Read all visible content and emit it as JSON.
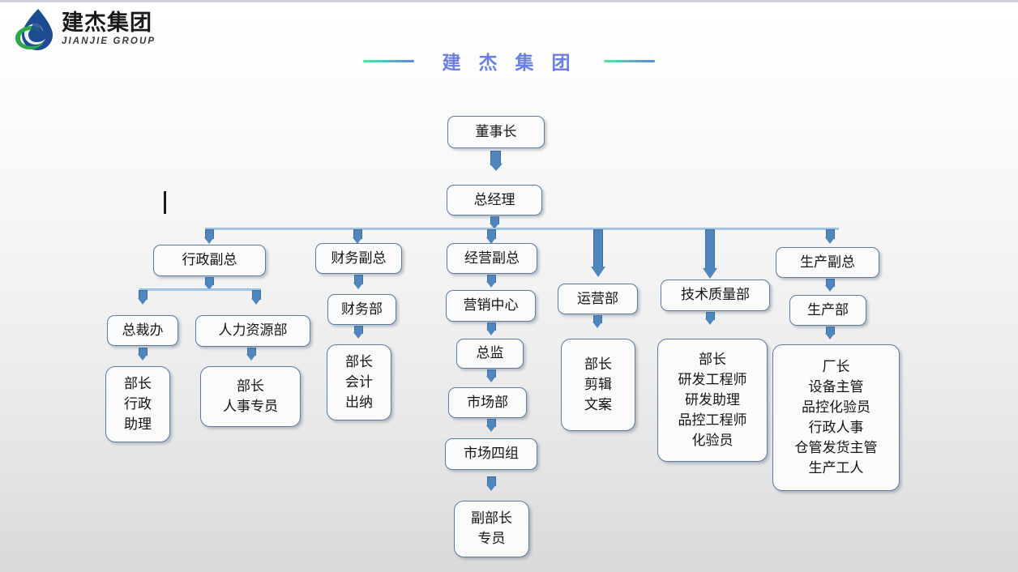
{
  "brand": {
    "logo_icon": "water-drop-logo-icon",
    "name_cn": "建杰集团",
    "name_en": "JIANJIE GROUP",
    "colors": {
      "drop_blue": "#1c4b8f",
      "drop_green": "#2ba84a"
    }
  },
  "title": {
    "text": "建 杰 集 团",
    "color": "#6b7fe0",
    "rule_gradient_from": "#5ce09a",
    "rule_gradient_to": "#5b8ae8"
  },
  "chart_data": {
    "type": "diagram",
    "diagram_kind": "organization-chart",
    "title": "建杰集团",
    "node_style": {
      "border": "#5b7ba0",
      "fill": "#fbfbfb",
      "arrow": "#4e86bd",
      "bar": "#a7cae8"
    },
    "nodes": [
      {
        "id": "chairman",
        "label": "董事长",
        "level": 0
      },
      {
        "id": "gm",
        "label": "总经理",
        "level": 1
      },
      {
        "id": "vp-admin",
        "label": "行政副总",
        "level": 2
      },
      {
        "id": "vp-finance",
        "label": "财务副总",
        "level": 2
      },
      {
        "id": "vp-ops",
        "label": "经营副总",
        "level": 2
      },
      {
        "id": "dept-ops",
        "label": "运营部",
        "level": 2
      },
      {
        "id": "dept-tq",
        "label": "技术质量部",
        "level": 2
      },
      {
        "id": "vp-prod",
        "label": "生产副总",
        "level": 2
      },
      {
        "id": "pres-office",
        "label": "总裁办",
        "level": 3
      },
      {
        "id": "hr-dept",
        "label": "人力资源部",
        "level": 3
      },
      {
        "id": "fin-dept",
        "label": "财务部",
        "level": 3
      },
      {
        "id": "mkt-center",
        "label": "营销中心",
        "level": 3
      },
      {
        "id": "prod-dept",
        "label": "生产部",
        "level": 3
      },
      {
        "id": "roles-admin",
        "lines": [
          "部长",
          "行政",
          "助理"
        ],
        "level": 4
      },
      {
        "id": "roles-hr",
        "lines": [
          "部长",
          "人事专员"
        ],
        "level": 4
      },
      {
        "id": "roles-fin",
        "lines": [
          "部长",
          "会计",
          "出纳"
        ],
        "level": 4
      },
      {
        "id": "director",
        "label": "总监",
        "level": 4
      },
      {
        "id": "roles-ops",
        "lines": [
          "部长",
          "剪辑",
          "文案"
        ],
        "level": 4
      },
      {
        "id": "roles-tq",
        "lines": [
          "部长",
          "研发工程师",
          "研发助理",
          "品控工程师",
          "化验员"
        ],
        "level": 4
      },
      {
        "id": "roles-prod",
        "lines": [
          "厂长",
          "设备主管",
          "品控化验员",
          "行政人事",
          "仓管发货主管",
          "生产工人"
        ],
        "level": 4
      },
      {
        "id": "mkt-dept",
        "label": "市场部",
        "level": 5
      },
      {
        "id": "mkt-group4",
        "label": "市场四组",
        "level": 6
      },
      {
        "id": "roles-mkt",
        "lines": [
          "副部长",
          "专员"
        ],
        "level": 7
      }
    ],
    "edges": [
      {
        "from": "chairman",
        "to": "gm"
      },
      {
        "from": "gm",
        "to": "vp-admin"
      },
      {
        "from": "gm",
        "to": "vp-finance"
      },
      {
        "from": "gm",
        "to": "vp-ops"
      },
      {
        "from": "gm",
        "to": "dept-ops"
      },
      {
        "from": "gm",
        "to": "dept-tq"
      },
      {
        "from": "gm",
        "to": "vp-prod"
      },
      {
        "from": "vp-admin",
        "to": "pres-office"
      },
      {
        "from": "vp-admin",
        "to": "hr-dept"
      },
      {
        "from": "vp-finance",
        "to": "fin-dept"
      },
      {
        "from": "vp-ops",
        "to": "mkt-center"
      },
      {
        "from": "vp-prod",
        "to": "prod-dept"
      },
      {
        "from": "pres-office",
        "to": "roles-admin"
      },
      {
        "from": "hr-dept",
        "to": "roles-hr"
      },
      {
        "from": "fin-dept",
        "to": "roles-fin"
      },
      {
        "from": "mkt-center",
        "to": "director"
      },
      {
        "from": "dept-ops",
        "to": "roles-ops"
      },
      {
        "from": "dept-tq",
        "to": "roles-tq"
      },
      {
        "from": "prod-dept",
        "to": "roles-prod"
      },
      {
        "from": "director",
        "to": "mkt-dept"
      },
      {
        "from": "mkt-dept",
        "to": "mkt-group4"
      },
      {
        "from": "mkt-group4",
        "to": "roles-mkt"
      }
    ]
  }
}
